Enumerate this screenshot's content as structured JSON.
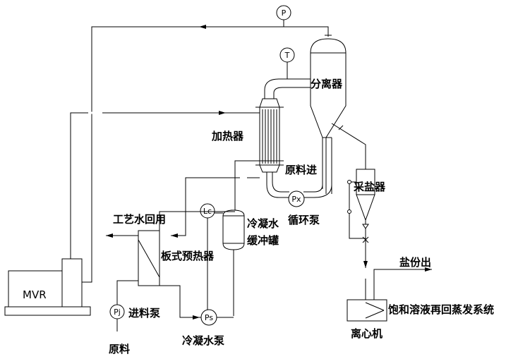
{
  "labels": {
    "separator": "分离器",
    "heater": "加热器",
    "feed_in": "原料进",
    "salt_collector": "采盐器",
    "circulation_pump": "循环泵",
    "condensate_tank_line1": "冷凝水",
    "condensate_tank_line2": "缓冲罐",
    "process_water_reuse": "工艺水回用",
    "plate_preheater": "板式预热器",
    "feed_pump": "进料泵",
    "raw_material": "原料",
    "condensate_pump": "冷凝水泵",
    "salt_out": "盐份出",
    "saturated_solution": "饱和溶液再回蒸发系统",
    "centrifuge": "离心机",
    "mvr": "MVR"
  },
  "instruments": {
    "pressure": "P",
    "temperature": "T",
    "level_control": "Lc",
    "pump_px": "Px",
    "pump_pj": "Pj",
    "pump_ps": "Ps"
  }
}
